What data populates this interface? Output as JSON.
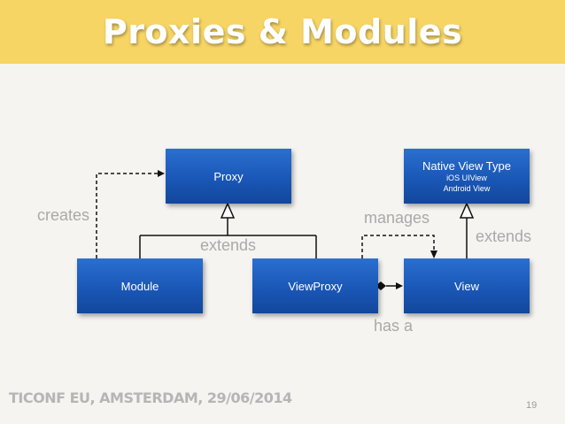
{
  "slide": {
    "title": "Proxies & Modules",
    "footer": "TICONF EU, AMSTERDAM, 29/06/2014",
    "page_number": "19"
  },
  "boxes": {
    "proxy": "Proxy",
    "native_view_type": {
      "title": "Native View Type",
      "line1": "iOS UIView",
      "line2": "Android View"
    },
    "module": "Module",
    "view_proxy": "ViewProxy",
    "view": "View"
  },
  "labels": {
    "creates": "creates",
    "extends_left": "extends",
    "manages": "manages",
    "extends_right": "extends",
    "has_a": "has a"
  },
  "colors": {
    "header": "#f7d564",
    "box": "#1a57b6",
    "label": "#a9a9a9"
  }
}
